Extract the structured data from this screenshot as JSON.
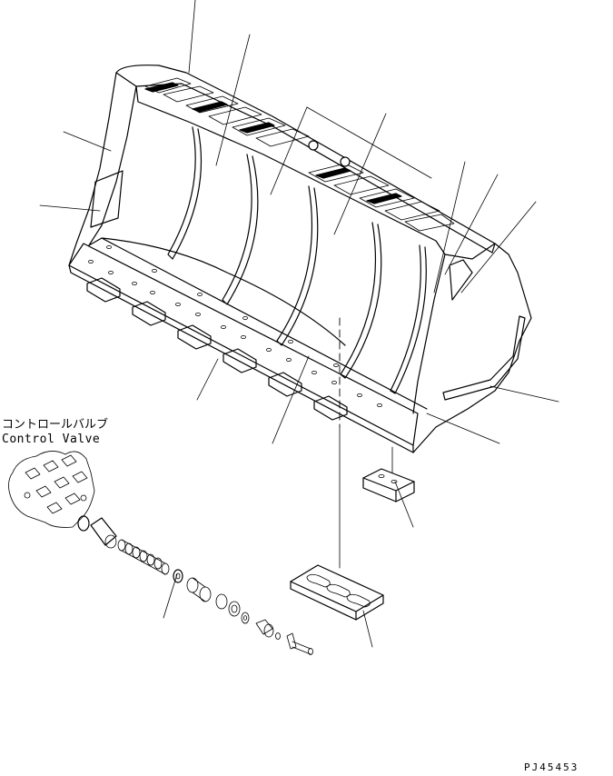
{
  "labels": {
    "control_valve_jp": "コントロールバルブ",
    "control_valve_en": "Control Valve",
    "drawing_id": "PJ45453"
  },
  "colors": {
    "line": "#000000",
    "background": "#ffffff"
  }
}
